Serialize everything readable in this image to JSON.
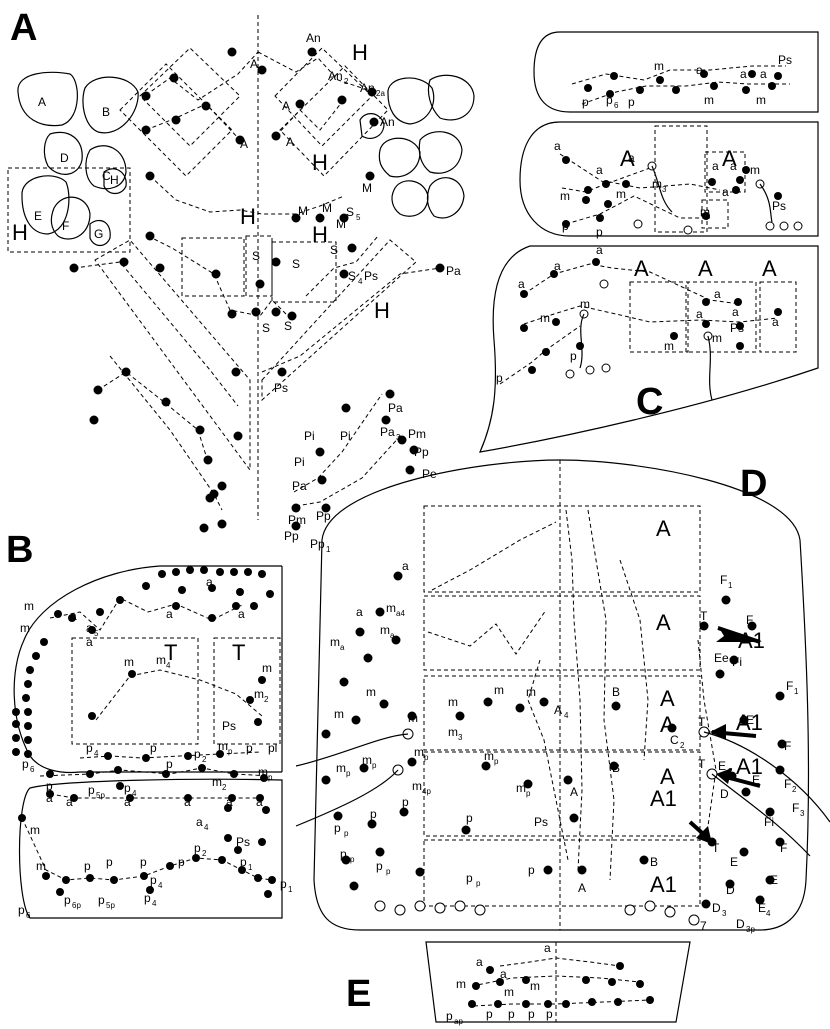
{
  "panels": [
    "A",
    "B",
    "C",
    "D",
    "E"
  ],
  "regions": {
    "A": "A",
    "B": "B",
    "C": "C",
    "D": "D",
    "E": "E",
    "F": "F",
    "G": "G",
    "H": "H"
  },
  "labels": {
    "H": "H",
    "A": "A",
    "T": "T",
    "A1": "A1",
    "An": "An",
    "An2": "An",
    "An2a": "An",
    "M": "M",
    "S": "S",
    "S4": "S",
    "S5": "S",
    "Ps": "Ps",
    "Pa": "Pa",
    "Pa3": "Pa",
    "Pi": "Pi",
    "Pm": "Pm",
    "Pp": "Pp",
    "Pp1": "Pp",
    "Pe": "Pe",
    "a": "a",
    "a4": "a",
    "a5": "a",
    "m": "m",
    "m2": "m",
    "m3": "m",
    "m4": "m",
    "mp": "m",
    "mp2": "m",
    "mp4": "m",
    "ma": "m",
    "ma4": "m",
    "p": "p",
    "p1": "p",
    "p2": "p",
    "p4": "p",
    "p5p": "p",
    "p6": "p",
    "p6p": "p",
    "pl": "pl",
    "pp": "p",
    "pap": "p",
    "B": "B",
    "C2": "C",
    "A4": "A",
    "F": "F",
    "F1": "F",
    "F2": "F",
    "F3": "F",
    "Fi": "Fi",
    "Ee": "Ee",
    "E": "E",
    "E2": "E",
    "E4": "E",
    "D": "D",
    "D3": "D",
    "D3p": "D",
    "T7": "7"
  },
  "subscripts": {
    "s1": "1",
    "s2": "2",
    "s2a": "2a",
    "s3": "3",
    "s4": "4",
    "s5": "5",
    "s6": "6",
    "s4p": "4p",
    "s5p": "5p",
    "s6p": "6p",
    "sp": "p",
    "sa": "a",
    "sa4": "a4",
    "sap": "ap",
    "s3p": "3p",
    "s7": "7"
  }
}
